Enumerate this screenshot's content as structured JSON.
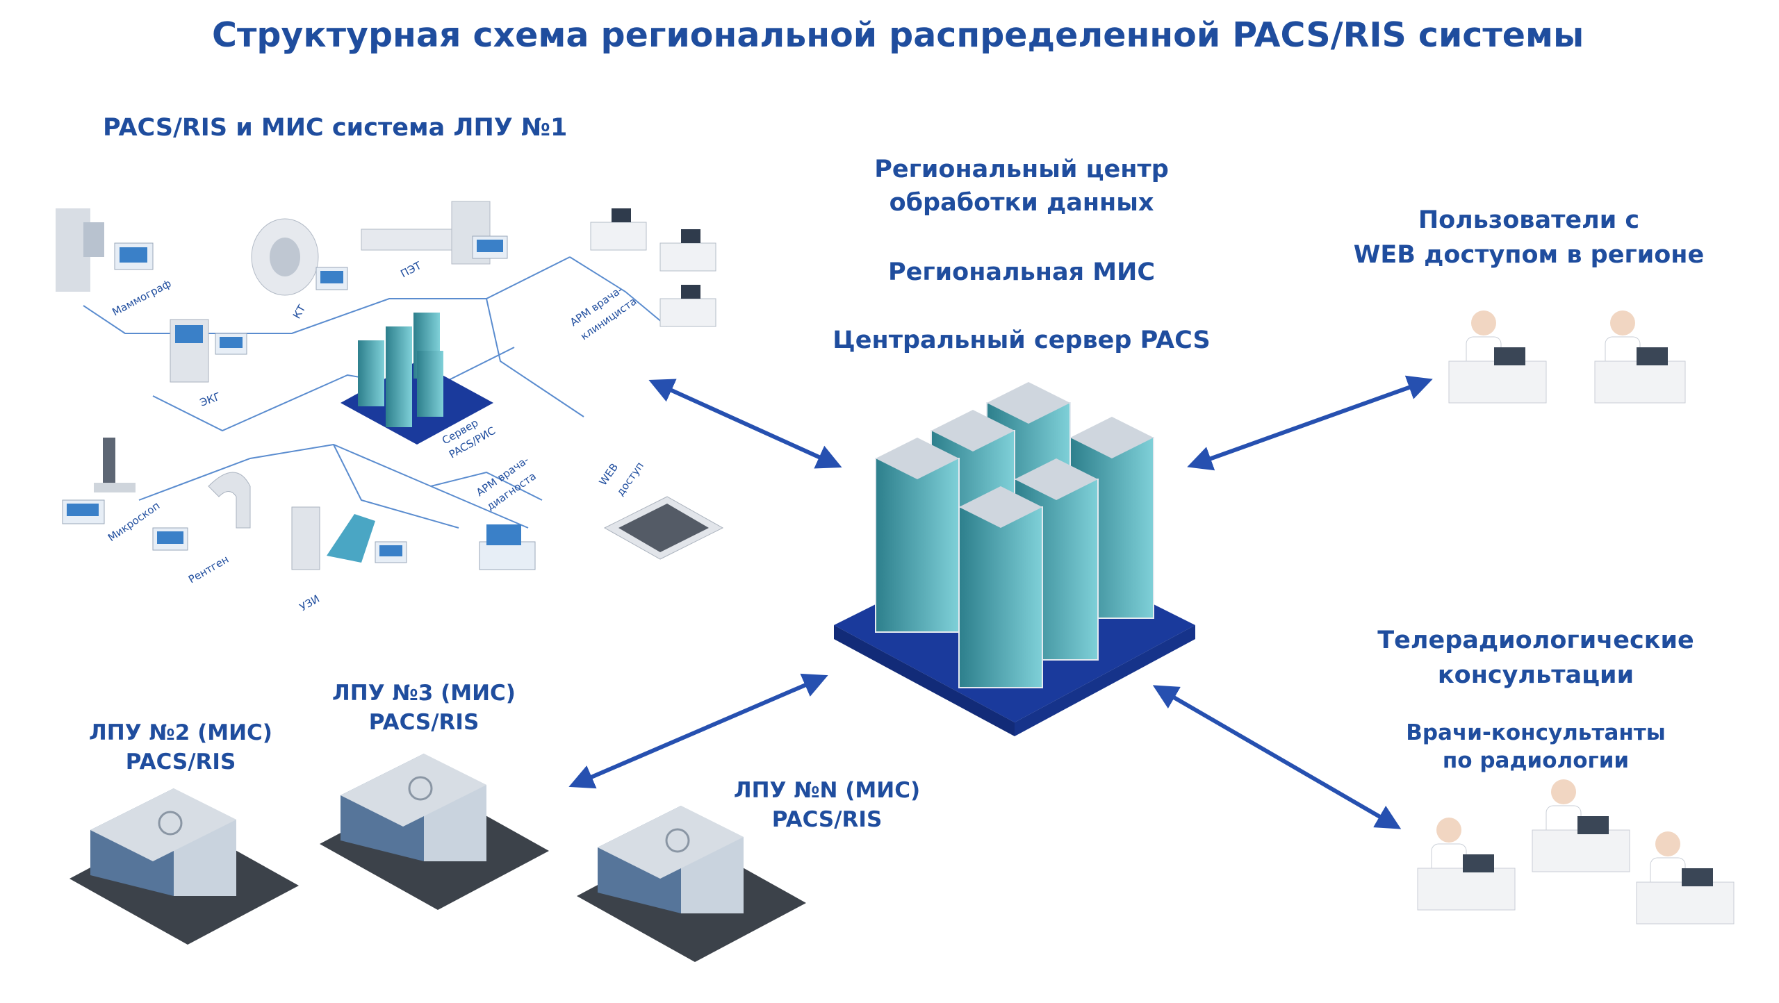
{
  "title": "Структурная схема региональной распределенной PACS/RIS системы",
  "lpu1": {
    "title": "PACS/RIS и МИС система ЛПУ №1",
    "devices": [
      "Маммограф",
      "КТ",
      "ПЭТ",
      "ЭКГ",
      "Микроскоп",
      "Рентген",
      "УЗИ"
    ],
    "server_label": [
      "Сервер",
      "PACS/РИС"
    ],
    "arm_clinician": [
      "АРМ врача-",
      "клинициста"
    ],
    "arm_diagnostic": [
      "АРМ врача-",
      "диагноста"
    ],
    "web_access": [
      "WEB",
      "доступ"
    ]
  },
  "center": {
    "line1": "Региональный центр",
    "line2": "обработки данных",
    "mis": "Региональная МИС",
    "pacs": "Центральный сервер PACS"
  },
  "web_users": {
    "line1": "Пользователи с",
    "line2": "WEB доступом в регионе"
  },
  "teleradiology": {
    "line1": "Телерадиологические",
    "line2": "консультации",
    "sub1": "Врачи-консультанты",
    "sub2": "по радиологии"
  },
  "lpu2": {
    "line1": "ЛПУ №2 (МИС)",
    "line2": "PACS/RIS"
  },
  "lpu3": {
    "line1": "ЛПУ №3 (МИС)",
    "line2": "PACS/RIS"
  },
  "lpuN": {
    "line1": "ЛПУ №N (МИС)",
    "line2": "PACS/RIS"
  },
  "colors": {
    "accent": "#1f4d9e",
    "arrow": "#2650b0",
    "server_base": "#1a3a9c",
    "server_teal": "#3a9aa6",
    "building": "#5a7a9a"
  }
}
